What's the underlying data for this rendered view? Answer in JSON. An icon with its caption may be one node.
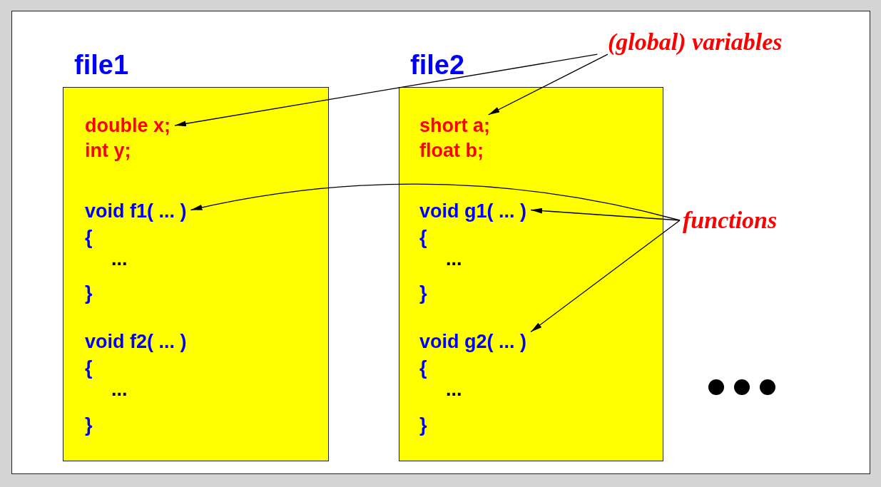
{
  "diagram": {
    "nodes": [
      {
        "text": [
          "file1"
        ]
      },
      {
        "text": [
          "double x;"
        ],
        "in": 0
      },
      {
        "text": [
          "void f1( ... )"
        ],
        "in": 0
      },
      {
        "text": [
          "file2"
        ]
      },
      {
        "text": [
          "short a;"
        ],
        "in": 3
      },
      {
        "text": [
          "void g1( ... )"
        ],
        "in": 3
      },
      {
        "text": [
          "void g2( ... )"
        ],
        "in": 3
      },
      {
        "text": [
          "(global) variables"
        ]
      },
      {
        "text": [
          "functions"
        ]
      }
    ],
    "edges": [
      {
        "from": 7,
        "to": 1,
        "arrow": "to"
      },
      {
        "from": 7,
        "to": 4,
        "arrow": "to"
      },
      {
        "from": 8,
        "to": 2,
        "arrow": "to"
      },
      {
        "from": 8,
        "to": 5,
        "arrow": "to"
      },
      {
        "from": 8,
        "to": 6,
        "arrow": "to"
      }
    ],
    "labels": [
      "int y;",
      "{",
      "...",
      "}",
      "void f2( ... )",
      "{",
      "...",
      "}",
      "float b;",
      "{",
      "...",
      "}",
      "{",
      "...",
      "}"
    ]
  }
}
